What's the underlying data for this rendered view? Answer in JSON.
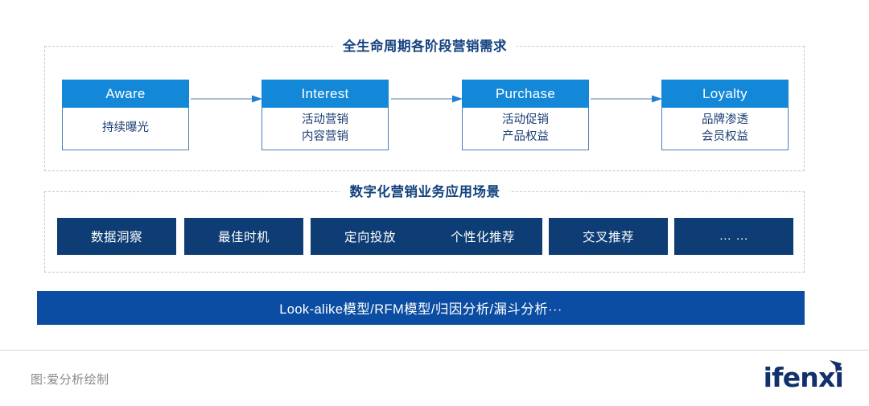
{
  "sections": {
    "lifecycle": {
      "title": "全生命周期各阶段营销需求",
      "stages": [
        {
          "head": "Aware",
          "body": "持续曝光"
        },
        {
          "head": "Interest",
          "body": "活动营销\n内容营销"
        },
        {
          "head": "Purchase",
          "body": "活动促销\n产品权益"
        },
        {
          "head": "Loyalty",
          "body": "品牌渗透\n会员权益"
        }
      ],
      "stage_bodies": {
        "s1_line1": "持续曝光",
        "s2_line1": "活动营销",
        "s2_line2": "内容营销",
        "s3_line1": "活动促销",
        "s3_line2": "产品权益",
        "s4_line1": "品牌渗透",
        "s4_line2": "会员权益"
      }
    },
    "scenarios": {
      "title": "数字化营销业务应用场景",
      "pills": [
        "数据洞察",
        "最佳时机",
        "定向投放",
        "个性化推荐",
        "交叉推荐",
        "… …"
      ]
    },
    "models": {
      "bar_label": "Look-alike模型/RFM模型/归因分析/漏斗分析···"
    }
  },
  "footer": {
    "caption": "图:爱分析绘制",
    "brand": "ifenxi"
  },
  "colors": {
    "stage_header_blue": "#1488d8",
    "stage_border_blue": "#4d7fb5",
    "stage_text_navy": "#1b3f73",
    "title_navy": "#13427e",
    "pill_navy": "#0e3c74",
    "model_bar_blue": "#0a4da2",
    "dashed_border_gray": "#c6c6c6",
    "arrow_line_gray": "#8fa9c9",
    "arrow_head_blue": "#1f7fd4",
    "footer_text_gray": "#8a8a8a",
    "brand_navy": "#12306b"
  }
}
